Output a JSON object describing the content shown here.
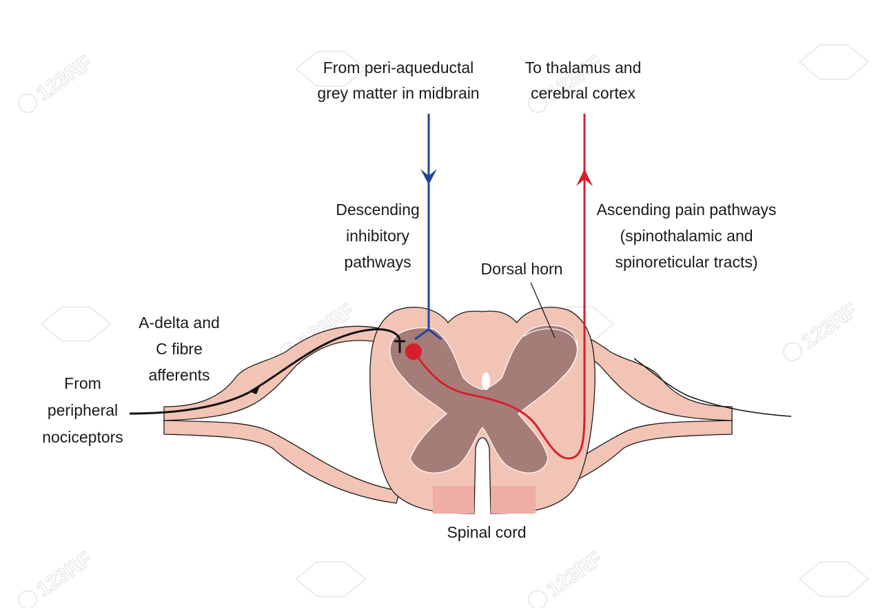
{
  "labels": {
    "top_left_line1": "From peri-aqueductal",
    "top_left_line2": "grey matter in midbrain",
    "top_right_line1": "To thalamus and",
    "top_right_line2": "cerebral cortex",
    "descending_line1": "Descending",
    "descending_line2": "inhibitory",
    "descending_line3": "pathways",
    "ascending_line1": "Ascending pain pathways",
    "ascending_line2": "(spinothalamic and",
    "ascending_line3": "spinoreticular tracts)",
    "dorsal_horn": "Dorsal horn",
    "adelta_line1": "A-delta and",
    "adelta_line2": "C fibre",
    "adelta_line3": "afferents",
    "from_line1": "From",
    "from_line2": "peripheral",
    "from_line3": "nociceptors",
    "spinal_cord": "Spinal cord"
  },
  "watermark": "123RF",
  "colors": {
    "white_matter": "#f2c4b6",
    "white_matter_dark": "#eeada6",
    "grey_matter": "#a67c79",
    "nerve_outline": "#1a1a1a",
    "descending": "#1f4596",
    "ascending": "#d61f2c",
    "afferent": "#111111"
  }
}
